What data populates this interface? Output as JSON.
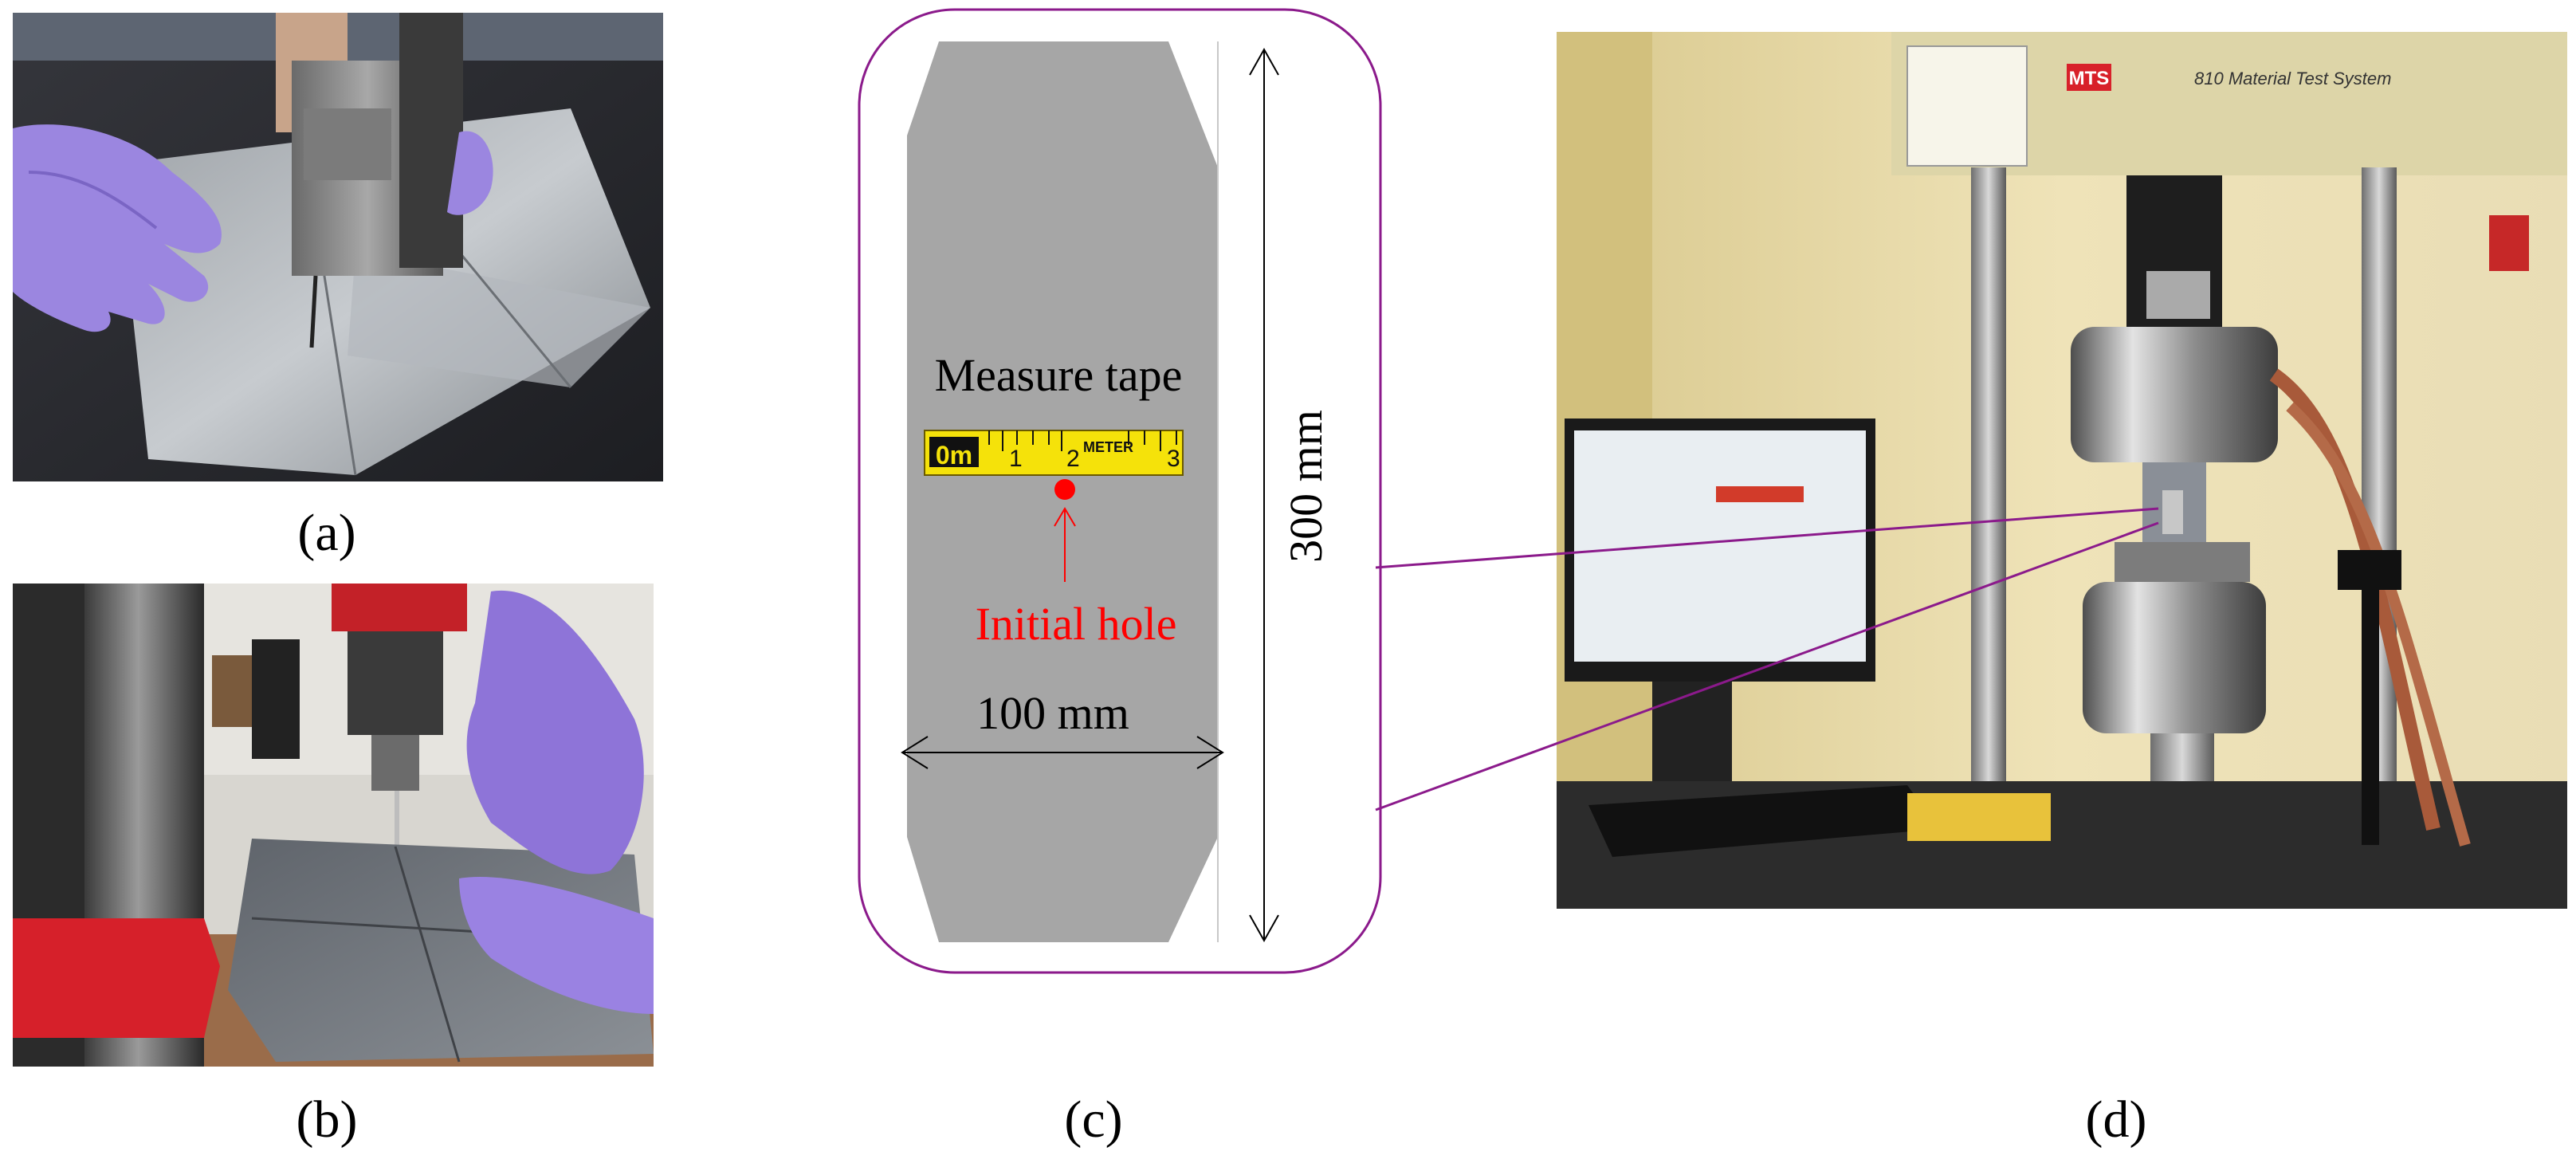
{
  "captions": {
    "a": "(a)",
    "b": "(b)",
    "c": "(c)",
    "d": "(d)"
  },
  "specimen": {
    "tape_label": "Measure tape",
    "hole_label": "Initial hole",
    "width_label": "100 mm",
    "length_label": "300 mm",
    "tape_marks": [
      "0m",
      "1",
      "2",
      "METER",
      "3"
    ]
  },
  "machine_panel": {
    "brand_badge": "MTS",
    "system_name": "810 Material Test System"
  },
  "colors": {
    "frame_purple": "#8b1a8b",
    "specimen_gray": "#a6a6a6",
    "hole_red": "#ff0000",
    "tape_yellow": "#f5e20a",
    "glove_purple": "#8f7ad8",
    "machine_red": "#d8212a"
  }
}
